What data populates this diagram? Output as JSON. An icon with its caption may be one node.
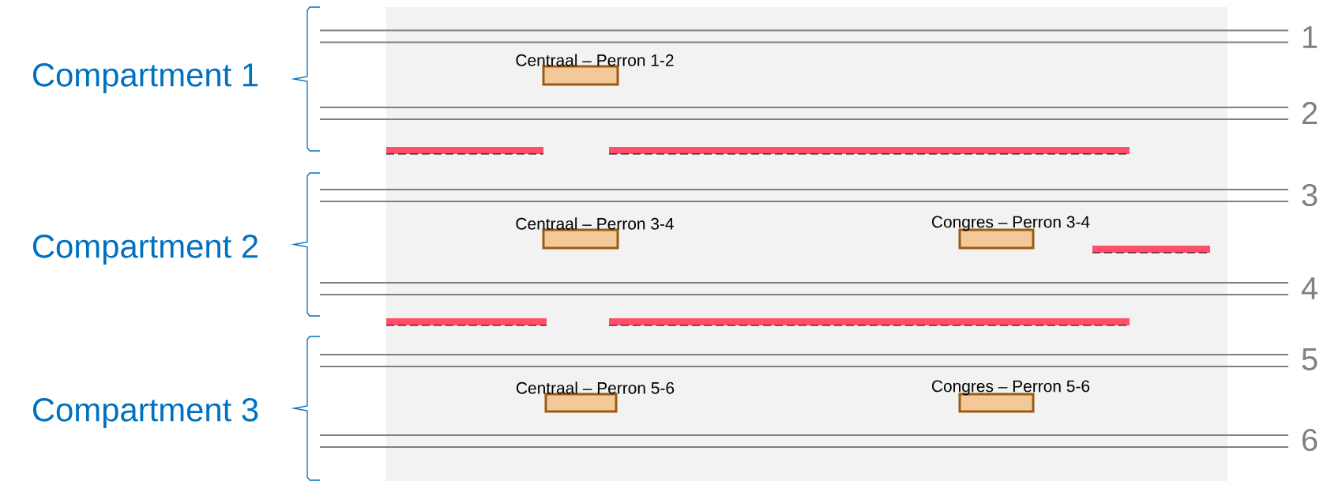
{
  "diagram": {
    "nodes": [
      {
        "text": [
          "Centraal – Perron 1-2"
        ]
      },
      {
        "text": [
          "Centraal – Perron 3-4"
        ]
      },
      {
        "text": [
          "Congres – Perron 3-4"
        ]
      },
      {
        "text": [
          "Centraal – Perron 5-6"
        ]
      },
      {
        "text": [
          "Congres – Perron 5-6"
        ]
      }
    ],
    "labels": [
      "Compartment 1",
      "Compartment 2",
      "Compartment 3",
      "1",
      "2",
      "3",
      "4",
      "5",
      "6"
    ]
  }
}
